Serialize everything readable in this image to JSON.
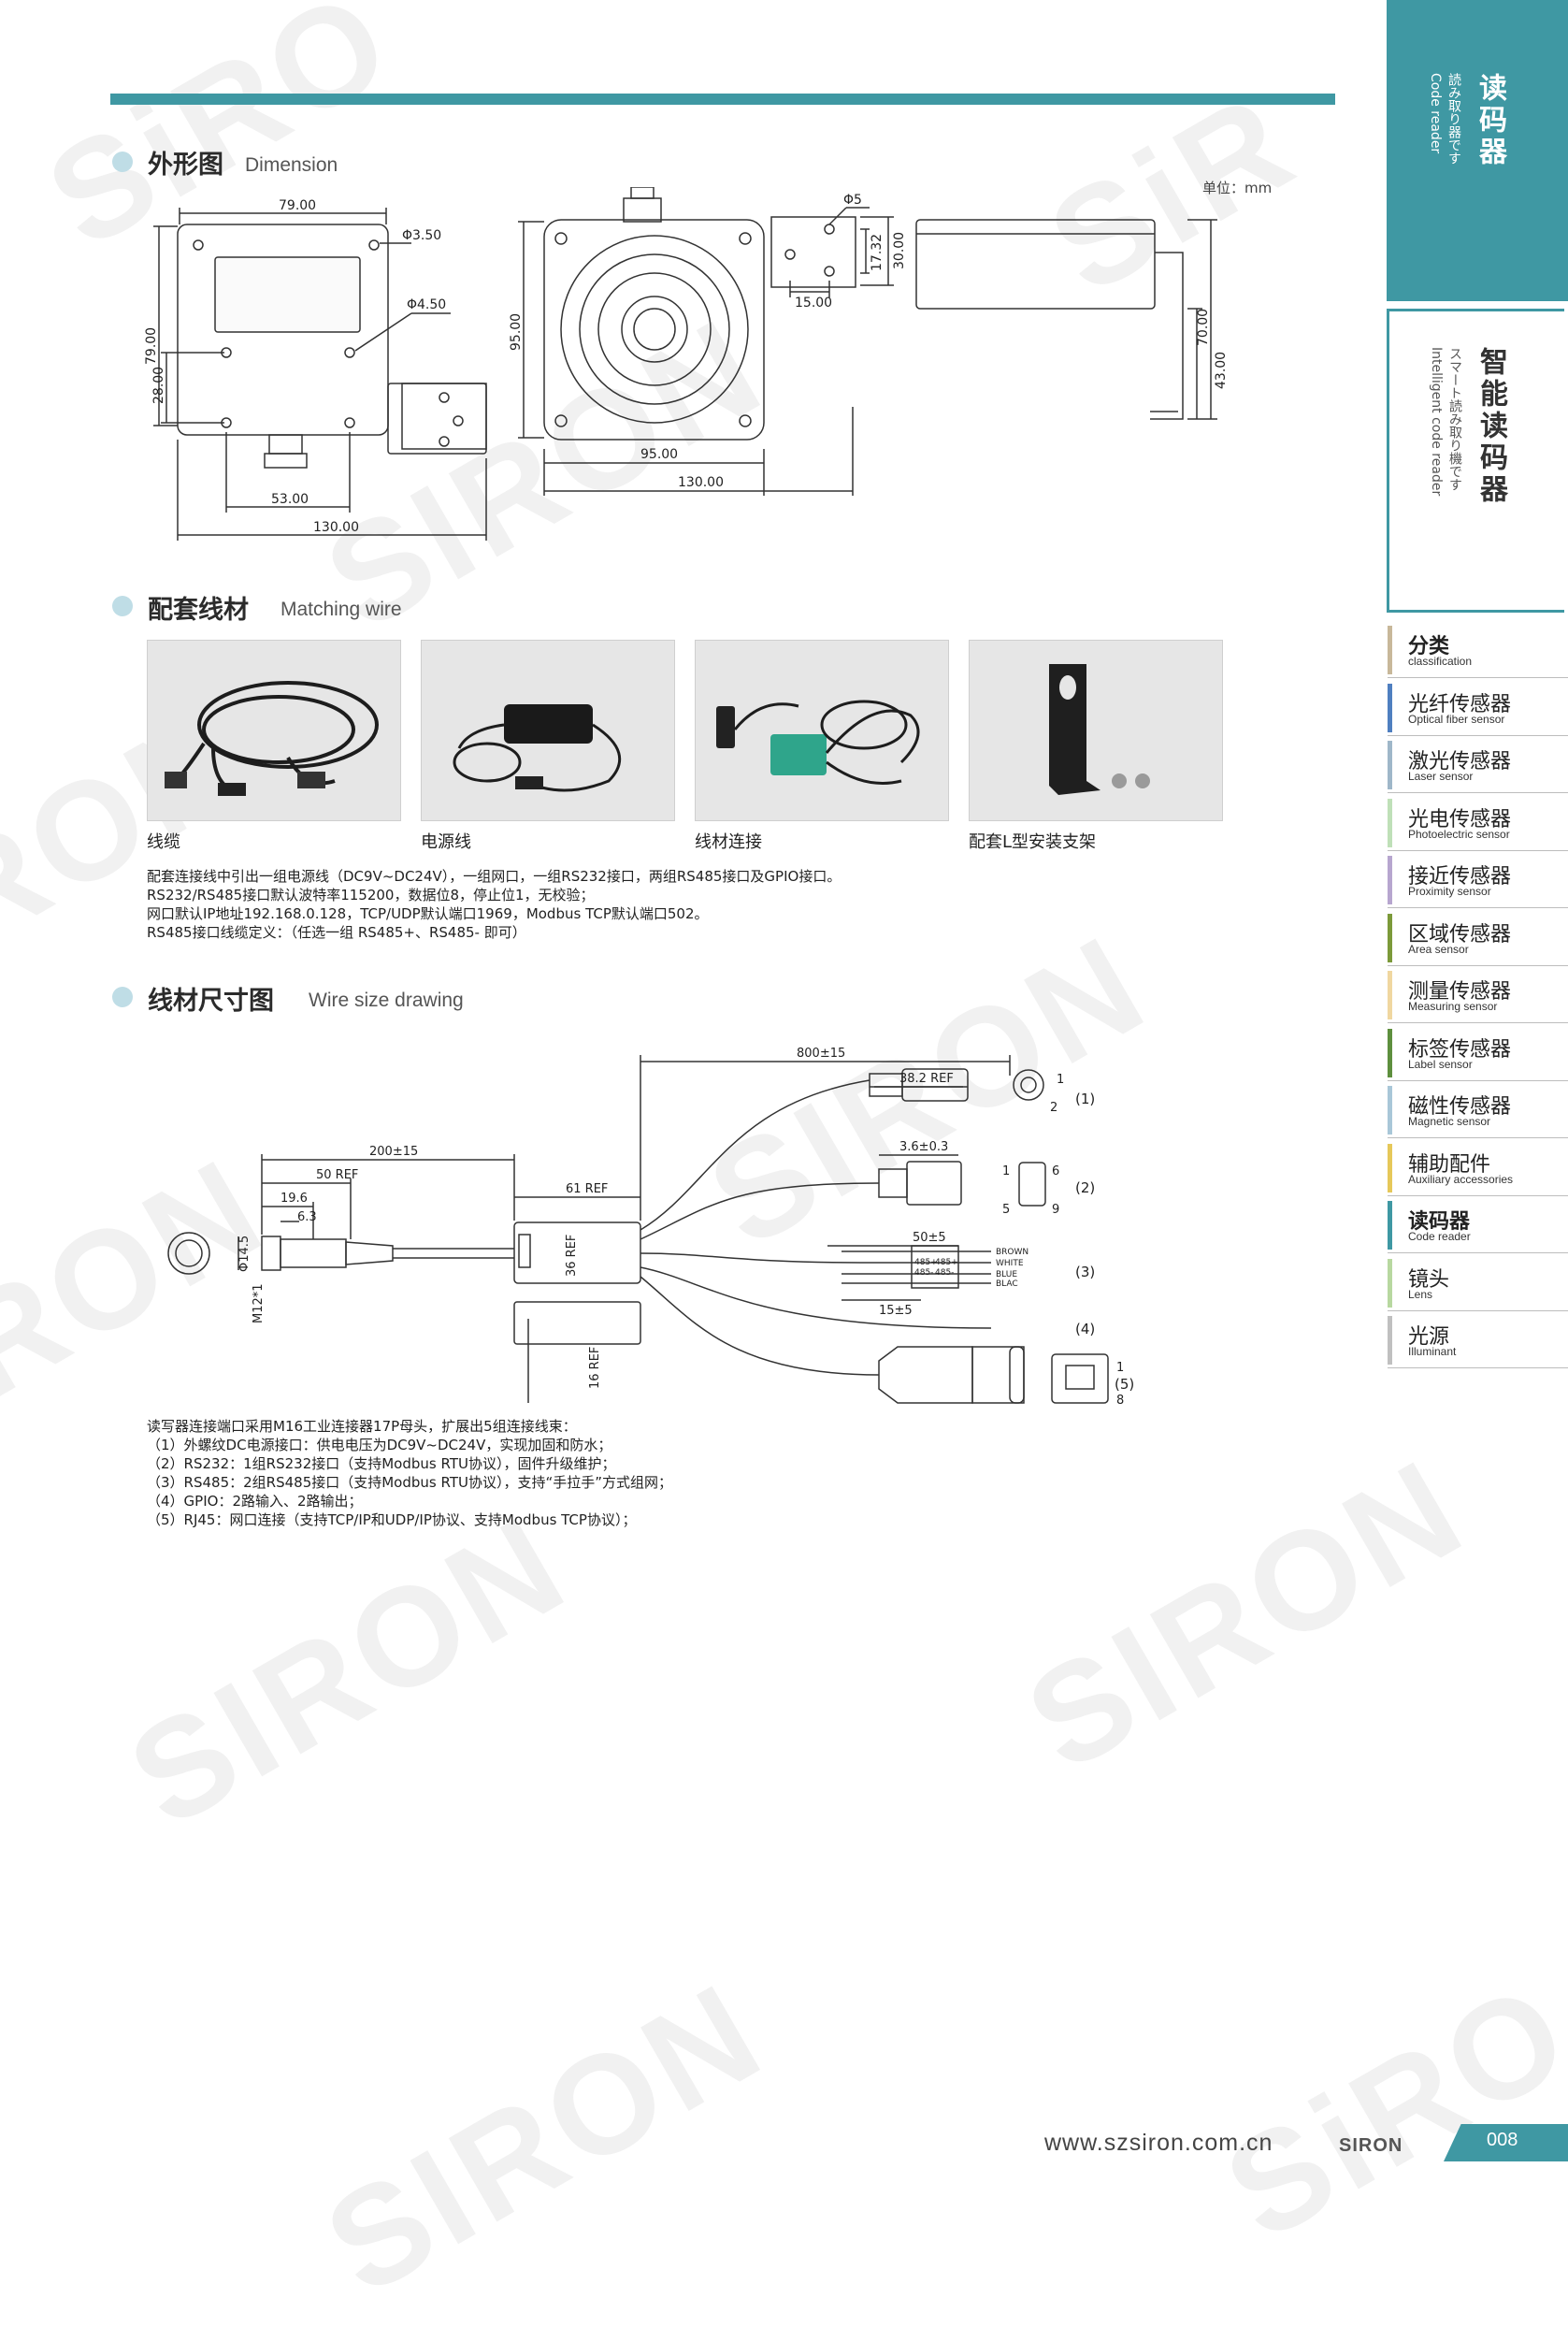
{
  "header": {
    "section_dimension": {
      "title": "外形图",
      "subtitle": "Dimension"
    },
    "unit_label": "单位：mm"
  },
  "dimension_drawing": {
    "view1": {
      "d79": "79.00",
      "d3_5": "Φ3.50",
      "d4_5": "Φ4.50",
      "v79": "79.00",
      "v28": "28.00",
      "d53": "53.00",
      "d130": "130.00"
    },
    "view2": {
      "d95h": "95.00",
      "d95v": "95.00",
      "d130": "130.00"
    },
    "view3": {
      "phi5": "Φ5",
      "d17_32": "17.32",
      "d30": "30.00",
      "d15": "15.00"
    },
    "view4": {
      "d70": "70.00",
      "d43": "43.00"
    }
  },
  "matching_wire": {
    "title": "配套线材",
    "subtitle": "Matching wire",
    "photos": [
      {
        "caption": "线缆"
      },
      {
        "caption": "电源线"
      },
      {
        "caption": "线材连接"
      },
      {
        "caption": "配套L型安装支架"
      }
    ],
    "description": [
      "配套连接线中引出一组电源线（DC9V~DC24V），一组网口，一组RS232接口，两组RS485接口及GPIO接口。",
      "RS232/RS485接口默认波特率115200，数据位8，停止位1，无校验；",
      "网口默认IP地址192.168.0.128，TCP/UDP默认端口1969，Modbus TCP默认端口502。",
      "RS485接口线缆定义：（任选一组 RS485+、RS485- 即可）"
    ]
  },
  "wire_size": {
    "title": "线材尺寸图",
    "subtitle": "Wire size drawing",
    "dims": {
      "d800": "800±15",
      "d38_2": "38.2 REF",
      "d3_6": "3.6±0.3",
      "d200": "200±15",
      "d50ref": "50 REF",
      "d19_6": "19.6",
      "d6_3": "6.3",
      "d61ref": "61 REF",
      "d36ref": "36 REF",
      "d14_5": "Φ14.5",
      "m12": "M12*1",
      "d50_5": "50±5",
      "d15_5": "15±5",
      "d16ref": "16 REF"
    },
    "pins": {
      "p1": "1",
      "p2": "2",
      "p6": "6",
      "p5": "5",
      "p9": "9",
      "p1b": "1",
      "p8": "8"
    },
    "wires": [
      "BROWN",
      "WHITE",
      "BLUE",
      "BLAC"
    ],
    "rs485_labels": [
      "485+",
      "485-",
      "485+",
      "485-"
    ],
    "markers": [
      "(1)",
      "(2)",
      "(3)",
      "(4)",
      "(5)"
    ],
    "notes": [
      "读写器连接端口采用M16工业连接器17P母头，扩展出5组连接线束：",
      "（1）外螺纹DC电源接口：供电电压为DC9V~DC24V，实现加固和防水；",
      "（2）RS232：1组RS232接口（支持Modbus RTU协议），固件升级维护；",
      "（3）RS485：2组RS485接口（支持Modbus RTU协议），支持“手拉手”方式组网；",
      "（4）GPIO：2路输入、2路输出；",
      "（5）RJ45：网口连接（支持TCP/IP和UDP/IP协议、支持Modbus TCP协议）；"
    ]
  },
  "side_tabs": {
    "active_tab": {
      "title": "读码器",
      "sub_ja": "読み取り器です",
      "sub_en": "Code reader"
    },
    "second_tab": {
      "title": "智能读码器",
      "sub_ja": "スマート読み取り機です",
      "sub_en": "Intelligent code reader"
    },
    "categories": [
      {
        "cn": "分类",
        "en": "classification",
        "color": "#c8b89a"
      },
      {
        "cn": "光纤传感器",
        "en": "Optical fiber sensor",
        "color": "#4f7fc0"
      },
      {
        "cn": "激光传感器",
        "en": "Laser sensor",
        "color": "#9fb7c9"
      },
      {
        "cn": "光电传感器",
        "en": "Photoelectric sensor",
        "color": "#bfe0b8"
      },
      {
        "cn": "接近传感器",
        "en": "Proximity sensor",
        "color": "#b7a6cf"
      },
      {
        "cn": "区域传感器",
        "en": "Area sensor",
        "color": "#7c9a3a"
      },
      {
        "cn": "测量传感器",
        "en": "Measuring sensor",
        "color": "#f0d7a0"
      },
      {
        "cn": "标签传感器",
        "en": "Label sensor",
        "color": "#5e8f3e"
      },
      {
        "cn": "磁性传感器",
        "en": "Magnetic sensor",
        "color": "#a9c7d8"
      },
      {
        "cn": "辅助配件",
        "en": "Auxiliary accessories",
        "color": "#e6c85a"
      },
      {
        "cn": "读码器",
        "en": "Code reader",
        "color": "#3f98a3"
      },
      {
        "cn": "镜头",
        "en": "Lens",
        "color": "#b8d8a0"
      },
      {
        "cn": "光源",
        "en": "Illuminant",
        "color": "#c0c0c0"
      }
    ]
  },
  "footer": {
    "url": "www.szsiron.com.cn",
    "logo": "SIRON",
    "page": "008"
  },
  "colors": {
    "accent": "#3f98a3",
    "bullet": "#bfdde6"
  }
}
